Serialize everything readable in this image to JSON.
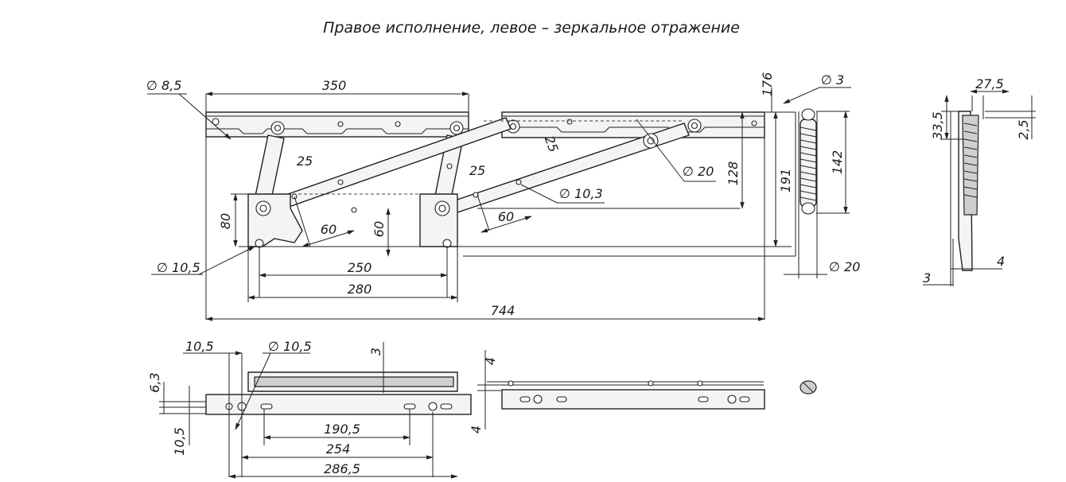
{
  "title": "Правое исполнение, левое – зеркальное отражение",
  "dimensions": {
    "d_8_5": "∅ 8,5",
    "w_350": "350",
    "h_176": "176",
    "d_3": "∅ 3",
    "w_27_5": "27,5",
    "h_33_5": "33,5",
    "h_2_5": "2,5",
    "a_25_left": "25",
    "a_25_mid": "25",
    "a_25_upper": "25",
    "d_20_mid": "∅ 20",
    "h_128": "128",
    "h_191": "191",
    "h_142": "142",
    "d_10_3": "∅ 10,3",
    "h_80": "80",
    "w_60_left": "60",
    "h_60": "60",
    "w_60_right": "60",
    "d_10_5_top": "∅ 10,5",
    "w_250": "250",
    "w_280": "280",
    "d_20_spring": "∅ 20",
    "w_744": "744",
    "w_4_side": "4",
    "w_3_side": "3",
    "w_10_5_bottom": "10,5",
    "d_10_5_bottom": "∅ 10,5",
    "h_3_bottom": "3",
    "h_6_3": "6,3",
    "h_4_top": "4",
    "h_4_bottom": "4",
    "h_10_5_bottom": "10,5",
    "w_190_5": "190,5",
    "w_254": "254",
    "w_286_5": "286,5"
  }
}
